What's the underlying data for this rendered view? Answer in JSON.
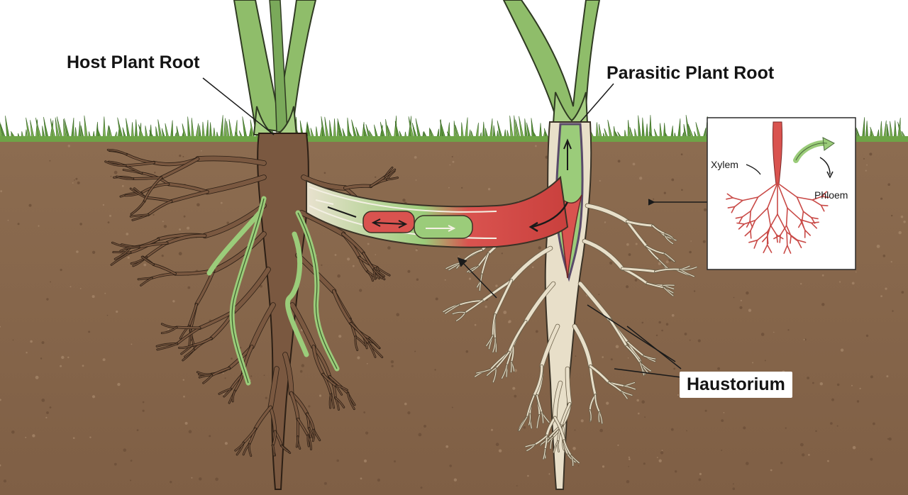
{
  "labels": {
    "host_root": "Host Plant Root",
    "parasitic_root": "Parasitic Plant Root",
    "haustorium": "Haustorium"
  },
  "inset": {
    "xylem": "Xylem",
    "phloem": "Phloem"
  },
  "colors": {
    "soil": "#8a6a4f",
    "grass": "#7eb355",
    "stem_green": "#8fbd6a",
    "host_root": "#7a5840",
    "parasitic_root": "#e8dfc9",
    "xylem_red": "#d9534f",
    "phloem_green": "#9bcc7a"
  }
}
